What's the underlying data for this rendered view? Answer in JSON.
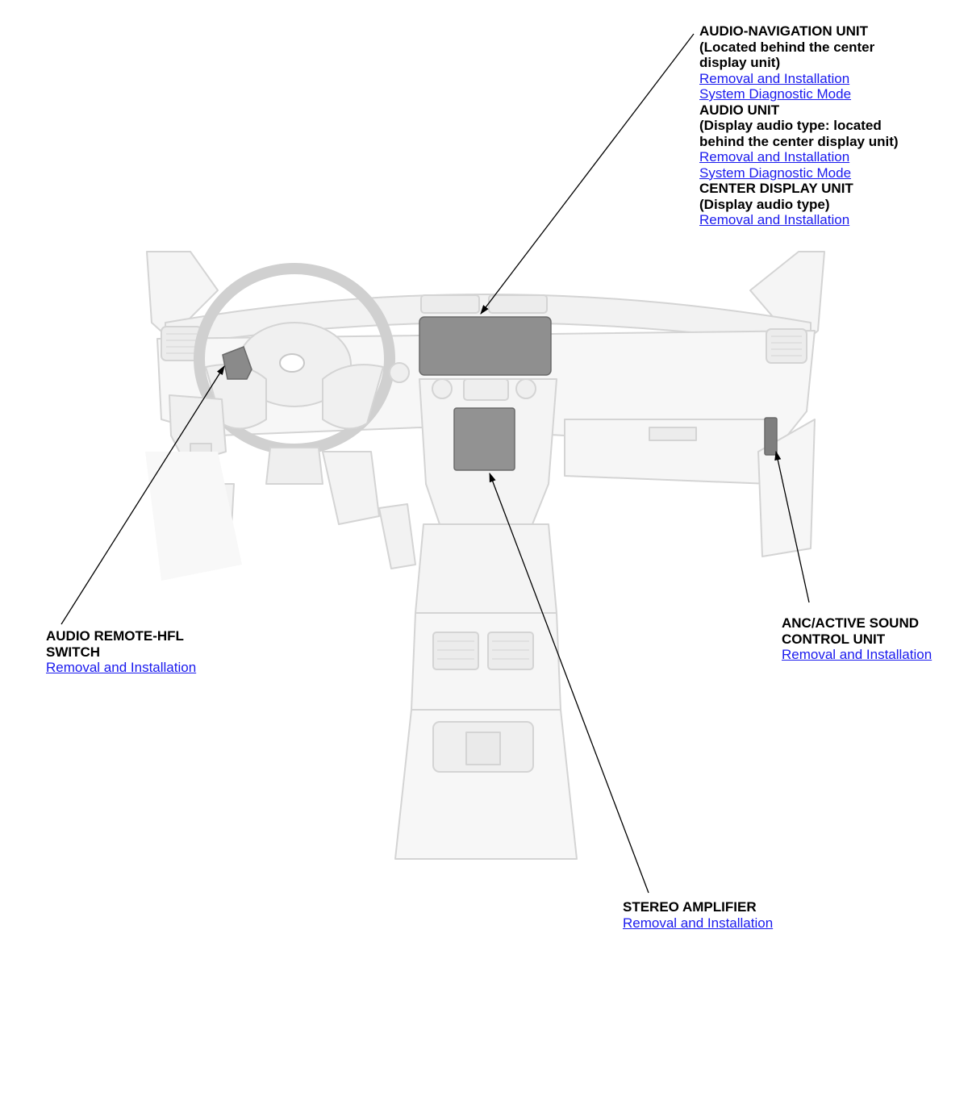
{
  "callouts": {
    "audio_navigation": {
      "nav_unit_title": "AUDIO-NAVIGATION UNIT",
      "nav_unit_note_1": "(Located behind the center",
      "nav_unit_note_2": "display unit)",
      "nav_link_removal": "Removal and Installation",
      "nav_link_diag": "System Diagnostic Mode",
      "audio_unit_title": "AUDIO UNIT",
      "audio_unit_note_1": "(Display audio type: located",
      "audio_unit_note_2": "behind the center display unit)",
      "audio_link_removal": "Removal and Installation",
      "audio_link_diag": "System Diagnostic Mode",
      "display_unit_title": "CENTER DISPLAY UNIT",
      "display_unit_note": "(Display audio type)",
      "display_link_removal": "Removal and Installation"
    },
    "audio_remote_hfl": {
      "title_1": "AUDIO REMOTE-HFL",
      "title_2": "SWITCH",
      "link_removal": "Removal and Installation"
    },
    "anc_unit": {
      "title_1": "ANC/ACTIVE SOUND",
      "title_2": "CONTROL UNIT",
      "link_removal": "Removal and Installation"
    },
    "stereo_amplifier": {
      "title": "STEREO AMPLIFIER",
      "link_removal": "Removal and Installation"
    }
  },
  "colors": {
    "link": "#1a1aee",
    "text": "#000000",
    "highlight_component": "#8c8c8c",
    "drawing_line": "#d6d6d6",
    "drawing_fill": "#f4f4f4"
  }
}
